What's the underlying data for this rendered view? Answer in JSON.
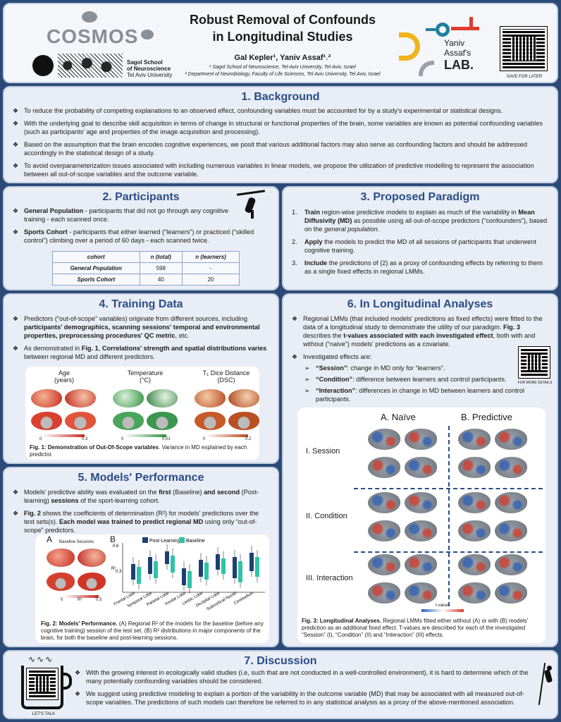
{
  "header": {
    "title_line1": "Robust Removal of Confounds",
    "title_line2": "in Longitudinal Studies",
    "authors_line": "Gal Kepler¹, Yaniv Assaf¹˒²",
    "affil_1": "¹ Sagol School of Neuroscience, Tel-Aviv University, Tel-Aviv, Israel",
    "affil_2": "² Department of Neurobiology, Faculty of Life Sciences, Tel Aviv University, Tel Aviv, Israel",
    "cosmos_logo": "COSMOS",
    "sagol_line1": "Sagol School",
    "sagol_line2": "of Neuroscience",
    "sagol_line3": "Tel Aviv University",
    "lab_line1": "Yaniv",
    "lab_line2": "Assaf's",
    "lab_line3": "LAB.",
    "qr_caption": "SAVE FOR LATER"
  },
  "background": {
    "title": "1. Background",
    "bullets": [
      "To reduce the probability of competing explanations to an observed effect, confounding variables must be accounted for by a study's experimental or statistical designs.",
      "With the underlying goal to describe skill acquisition in terms of change in structural or functional properties of the brain, some variables are known as potential confounding variables (such as participants' age and properties of the image acquisition and processing).",
      "Based on the assumption that the brain encodes cognitive experiences, we posit that various additional factors may also serve as confounding factors and should be addressed accordingly in the statistical design of a study.",
      "To avoid overparameterization issues associated with including numerous variables in linear models, we propose the utilization of predictive modelling to represent the association between all out-of-scope variables and the outcome variable."
    ]
  },
  "participants": {
    "title": "2. Participants",
    "b1_bold": "General Population",
    "b1_rest": " - participants that did not go through any cognitive training - each scanned once.",
    "b2_bold": "Sports Cohort",
    "b2_rest": " - participants that either learned (“learners”) or practiced (“skilled control”) climbing over a period of 60 days - each scanned twice.",
    "table_headers": [
      "cohort",
      "n (total)",
      "n (learners)"
    ],
    "table_rows": [
      [
        "General Population",
        "598",
        "-"
      ],
      [
        "Sports Cohort",
        "40",
        "20"
      ]
    ]
  },
  "paradigm": {
    "title": "3. Proposed Paradigm",
    "items": [
      {
        "n": "1.",
        "bold": "Train",
        "rest": " region-wise predictive models to explain as much of the variability in ",
        "bold2": "Mean Diffusivity (MD)",
        "rest2": " as possible using all out-of-scope predictors (“confounders”), based on the ",
        "ital": "general population",
        "end": "."
      },
      {
        "n": "2.",
        "bold": "Apply",
        "rest": " the models to predict the MD of all sessions of participants that underwent cognitive training."
      },
      {
        "n": "3.",
        "bold": "Include",
        "rest": " the predictions of (2) as a proxy of confounding effects by referring to them as a single fixed effects in regional LMMs."
      }
    ]
  },
  "training": {
    "title": "4. Training Data",
    "b1_pre": "Predictors (“out-of-scope” variables) originate from different sources, including ",
    "b1_bold": "participants' demographics, scanning sessions' temporal and environmental properties, preprocessing procedures' QC metric",
    "b1_end": ", etc.",
    "b2_pre": "As demonstrated in ",
    "b2_bold1": "Fig. 1",
    "b2_mid": ", ",
    "b2_bold2": "Correlations' strength and spatial distributions varies",
    "b2_end": " between regional MD and different predictors.",
    "fig_labels": [
      "Age\n(years)",
      "Temperature\n(°C)",
      "T₁ Dice Distance\n(DSC)"
    ],
    "scale_min": [
      "0",
      "0",
      "0"
    ],
    "scale_max": [
      "0.3",
      "0.01",
      "0.2"
    ],
    "caption_bold": "Fig. 1: Demonstration of Out-Of-Scope variables",
    "caption_rest": ". Variance in MD explained by each predictor."
  },
  "performance": {
    "title": "5. Models' Performance",
    "b1_pre": "Models' predictive ability was evaluated on the ",
    "b1_bold1": "first",
    "b1_mid": " (Baseline) ",
    "b1_bold2": "and second",
    "b1_mid2": " (Post-learning) ",
    "b1_bold3": "sessions",
    "b1_end": " of the sport-learning cohort.",
    "b2_bold": "Fig. 2",
    "b2_mid": " shows the coefficients of determination (R²) for models' predictions over the test sets(s). ",
    "b2_bold2": "Each model was trained to predict regional MD",
    "b2_end": " using only “out-of-scope” predictors.",
    "panel_a": "A",
    "panel_b": "B",
    "baseline_sessions": "Baseline Sessions",
    "legend": [
      "Post-Learning",
      "Baseline"
    ],
    "ytick_top": "0.6",
    "ylabel": "R²",
    "ytick_mid": "0.3",
    "categories": [
      "Frontal Lobe",
      "Temporal Lobe",
      "Parietal Lobe",
      "Insular Lobe",
      "Limbic Lobe",
      "Occipital Lobe",
      "Subcortical Nuclei",
      "Cerebellum"
    ],
    "scale_min": "0",
    "scale_mid": "R²",
    "scale_max": "0.5",
    "caption_bold": "Fig. 2: Models' Performance.",
    "caption_rest": " (A) Regional R² of the models for the baseline (before any cognitive training) session of the test set. (B) R² distributions in major components of the brain, for both the baseline and post-learning sessions."
  },
  "longitudinal": {
    "title": "6. In Longitudinal Analyses",
    "b1_pre": "Regional LMMs (that included models' predictions as fixed effects) were fitted to the data of a longitudinal study to demonstrate the utility of our paradigm. ",
    "b1_bold": "Fig. 3",
    "b1_mid": " describes the ",
    "b1_bold2": "t-values associated with each investigated effect",
    "b1_end": ", both with and without (“naive”) models' predictions as a covariate.",
    "b2": "Investigated effects are:",
    "effects": [
      {
        "name": "“Session”",
        "desc": ": change in MD only for “learners”."
      },
      {
        "name": "“Condition”",
        "desc": ": difference between learners and control participants."
      },
      {
        "name": "“Interaction”",
        "desc": ": differences in change in MD between learners and control participants."
      }
    ],
    "qr_caption": "FOR MORE DETAILS",
    "col_a": "A. Naïve",
    "col_b": "B. Predictive",
    "rows": [
      "I. Session",
      "II. Condition",
      "III. Interaction"
    ],
    "tvalue_label": "t-value",
    "caption_bold": "Fig. 3: Longitudinal Analyses.",
    "caption_rest": " Regional LMMs fitted either without (A) or with (B) models' prediction as an additional fixed effect. T-values are described for each of the investigated “Session” (I), “Condition” (II) and “Interaction” (III) effects."
  },
  "discussion": {
    "title": "7. Discussion",
    "bullets": [
      "With the growing interest in ecologically valid studies (i.e, such that are not conducted in a well-controlled environment), it is hard to determine which of the many potentially confounding variables should be considered.",
      "We suggest using predictive modeling to explain a portion of the variability in the outcome variable (MD) that may be associated with all measured out-of-scope variables. The predictions of such models can therefore be referred to in any statistical analysis as a proxy of the above-mentioned association."
    ],
    "qr_caption": "LET'S TALK"
  },
  "colors": {
    "title_blue": "#2a4d86",
    "panel_bg": "#e9edf5",
    "page_bg": "#2b4a78",
    "post_learning": "#1f3f74",
    "baseline": "#2ec4a7"
  }
}
